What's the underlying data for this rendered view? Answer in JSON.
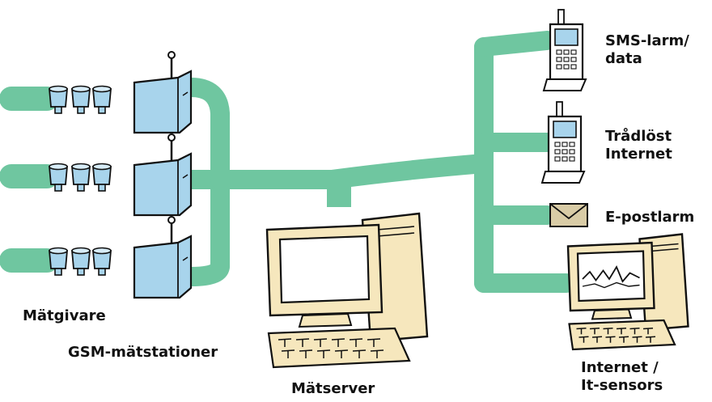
{
  "colors": {
    "cable": "#6fc6a0",
    "sensor": "#a8d4ec",
    "station": "#a8d4ec",
    "server_case": "#f6e7bd",
    "screen": "#ffffff",
    "phone_screen": "#a8d4ec",
    "envelope": "#d9cca6",
    "outline": "#111111"
  },
  "labels": {
    "sensors": "Mätgivare",
    "stations": "GSM-mätstationer",
    "server": "Mätserver",
    "client": [
      "Internet /",
      "It-sensors"
    ],
    "sms": [
      "SMS-larm/",
      "data"
    ],
    "wireless": [
      "Trådlöst",
      "Internet"
    ],
    "email": "E-postlarm"
  },
  "icons": {
    "sensor": "sensor-cup-icon",
    "station": "gsm-station-icon",
    "phone": "mobile-phone-icon",
    "envelope": "envelope-icon",
    "computer": "desktop-computer-icon"
  }
}
